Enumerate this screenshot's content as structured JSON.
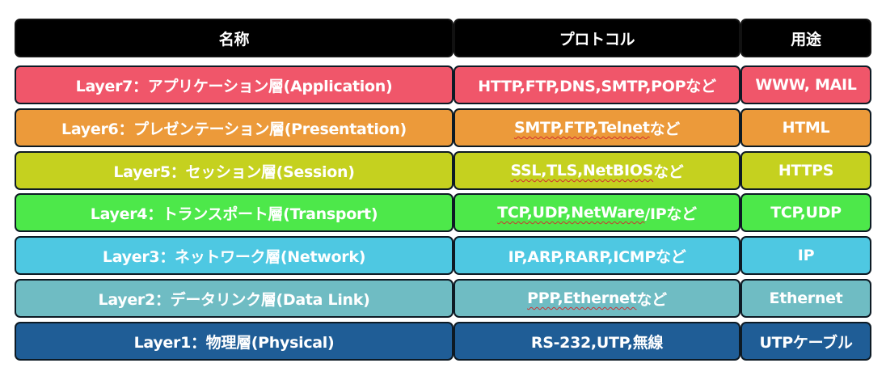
{
  "header": {
    "name": "名称",
    "protocol": "プロトコル",
    "usage": "用途"
  },
  "rows": [
    {
      "name": "Layer7：アプリケーション層(Application)",
      "protocol_underlined": "",
      "protocol_rest": "HTTP,FTP,DNS,SMTP,POPなど",
      "usage": "WWW, MAIL",
      "color": "#f0566a"
    },
    {
      "name": "Layer6：プレゼンテーション層(Presentation)",
      "protocol_underlined": "SMTP,FTP,Telnet",
      "protocol_rest": "など",
      "usage": "HTML",
      "color": "#ec9a3a"
    },
    {
      "name": "Layer5：セッション層(Session)",
      "protocol_underlined": "SSL,TLS,NetBIOS",
      "protocol_rest": "など",
      "usage": "HTTPS",
      "color": "#c5d11f"
    },
    {
      "name": "Layer4：トランスポート層(Transport)",
      "protocol_underlined": "TCP,UDP,NetWare",
      "protocol_rest": "/IPなど",
      "usage": "TCP,UDP",
      "color": "#4de84a"
    },
    {
      "name": "Layer3：ネットワーク層(Network)",
      "protocol_underlined": "",
      "protocol_rest": "IP,ARP,RARP,ICMPなど",
      "usage": "IP",
      "color": "#4ec8e2"
    },
    {
      "name": "Layer2：データリンク層(Data Link)",
      "protocol_underlined": "PPP,Ethernet",
      "protocol_rest": "など",
      "usage": "Ethernet",
      "color": "#6fbcc3"
    },
    {
      "name": "Layer1：物理層(Physical)",
      "protocol_underlined": "",
      "protocol_rest": "RS-232,UTP,無線",
      "usage": "UTPケーブル",
      "color": "#1f5d96"
    }
  ]
}
